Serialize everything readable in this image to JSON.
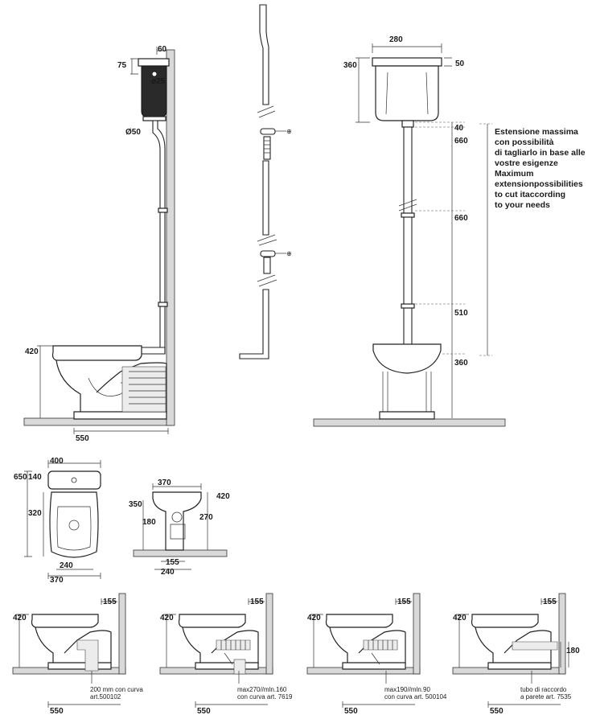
{
  "side_view": {
    "dims": {
      "top_offset": "60",
      "cistern_depth": "75",
      "flush_pipe_diameter": "ø25",
      "pipe_diameter": "Ø50",
      "pan_height": "420",
      "projection": "550"
    }
  },
  "pipe_detail": {
    "connector_mark_1": "⊕",
    "connector_mark_2": "⊕"
  },
  "front_view": {
    "dims": {
      "cistern_width": "280",
      "cistern_height": "360",
      "cistern_top": "50",
      "gap": "40",
      "pipe_1": "660",
      "pipe_2": "660",
      "pipe_3": "510",
      "bowl_height": "360"
    },
    "note_it": [
      "Estensione massima",
      "con possibilità",
      "di tagliarlo in base alle",
      "vostre esigenze"
    ],
    "note_en": [
      "Maximum",
      "extensionpossibilities",
      "to cut itaccording",
      "to your needs"
    ]
  },
  "plan_view": {
    "dims": {
      "width_top": "400",
      "total_depth": "650",
      "cistern_depth": "140",
      "bowl_depth": "320",
      "inner": "240",
      "bottom_width": "370"
    }
  },
  "rear_view": {
    "dims": {
      "width_top": "370",
      "height_right": "420",
      "left_height": "350",
      "right_270": "270",
      "outlet_180": "180",
      "base_155": "155",
      "base_240": "240"
    }
  },
  "variants": [
    {
      "wall_dim": "155",
      "height": "420",
      "depth": "550",
      "note": [
        "200 mm con curva",
        "art.500102"
      ]
    },
    {
      "wall_dim": "155",
      "height": "420",
      "depth": "550",
      "note": [
        "max270//mln.160",
        "con curva art. 7619"
      ]
    },
    {
      "wall_dim": "155",
      "height": "420",
      "depth": "550",
      "note": [
        "max190//mln.90",
        "con curva art. 500104"
      ]
    },
    {
      "wall_dim": "155",
      "height": "420",
      "depth": "550",
      "outlet_dim": "180",
      "note": [
        "tubo di raccordo",
        "a parete art. 7535"
      ]
    }
  ]
}
